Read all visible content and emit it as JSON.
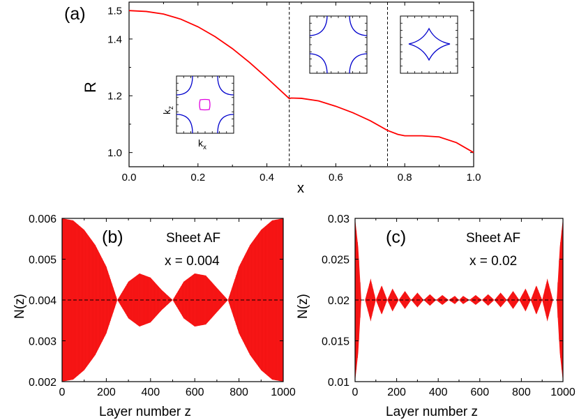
{
  "colors": {
    "curve": "#ff0000",
    "fill": "#ff0000",
    "inset_outer": "#0000cc",
    "inset_pocket": "#e000e0",
    "axis": "#000000"
  },
  "chart_data": [
    {
      "id": "a",
      "type": "line",
      "panel_label": "(a)",
      "xlabel": "x",
      "ylabel": "R",
      "xlim": [
        0.0,
        1.0
      ],
      "ylim": [
        0.95,
        1.53
      ],
      "xticks": [
        "0.0",
        "0.2",
        "0.4",
        "0.6",
        "0.8",
        "1.0"
      ],
      "yticks": [
        "1.0",
        "1.2",
        "1.4",
        "1.5"
      ],
      "grid": false,
      "vlines": [
        0.465,
        0.75
      ],
      "series": [
        {
          "x": [
            0.0,
            0.05,
            0.1,
            0.15,
            0.2,
            0.25,
            0.3,
            0.35,
            0.4,
            0.465,
            0.47,
            0.5,
            0.55,
            0.6,
            0.65,
            0.7,
            0.75,
            0.78,
            0.8,
            0.85,
            0.9,
            0.95,
            1.0
          ],
          "y": [
            1.5,
            1.497,
            1.488,
            1.47,
            1.443,
            1.408,
            1.366,
            1.317,
            1.263,
            1.19,
            1.192,
            1.191,
            1.182,
            1.163,
            1.14,
            1.112,
            1.078,
            1.064,
            1.059,
            1.059,
            1.055,
            1.035,
            1.0
          ]
        }
      ],
      "insets": [
        {
          "name": "inset-low-x",
          "xlabel": "k",
          "xlabel_sub": "x",
          "ylabel": "k",
          "ylabel_sub": "z"
        },
        {
          "name": "inset-mid-x"
        },
        {
          "name": "inset-high-x"
        }
      ]
    },
    {
      "id": "b",
      "type": "area",
      "panel_label": "(b)",
      "annotation_line1": "Sheet AF",
      "annotation_line2": "x = 0.004",
      "xlabel": "Layer number z",
      "ylabel": "N(z)",
      "xlim": [
        0,
        1000
      ],
      "ylim": [
        0.002,
        0.006
      ],
      "xticks": [
        "0",
        "200",
        "400",
        "600",
        "800",
        "1000"
      ],
      "yticks": [
        "0.002",
        "0.003",
        "0.004",
        "0.005",
        "0.006"
      ],
      "mean": 0.004,
      "envelope": {
        "z": [
          0,
          50,
          100,
          150,
          200,
          250,
          300,
          350,
          400,
          450,
          500,
          550,
          600,
          650,
          700,
          750,
          800,
          850,
          900,
          950,
          1000
        ],
        "amplitude": [
          0.002,
          0.00195,
          0.00172,
          0.00135,
          0.00082,
          0.0,
          0.00045,
          0.00065,
          0.00055,
          0.00025,
          0.0,
          0.00045,
          0.00065,
          0.0006,
          0.0003,
          0.0,
          0.00082,
          0.00135,
          0.00172,
          0.00195,
          0.002
        ]
      }
    },
    {
      "id": "c",
      "type": "area",
      "panel_label": "(c)",
      "annotation_line1": "Sheet AF",
      "annotation_line2": "x = 0.02",
      "xlabel": "Layer number z",
      "ylabel": "N(z)",
      "xlim": [
        0,
        1000
      ],
      "ylim": [
        0.01,
        0.03
      ],
      "xticks": [
        "0",
        "200",
        "400",
        "600",
        "800",
        "1000"
      ],
      "yticks": [
        "0.01",
        "0.015",
        "0.02",
        "0.025",
        "0.03"
      ],
      "mean": 0.02,
      "envelope": {
        "z": [
          0,
          15,
          30,
          48,
          75,
          100,
          128,
          155,
          180,
          210,
          240,
          270,
          300,
          330,
          360,
          390,
          420,
          450,
          480,
          500,
          520,
          550,
          580,
          610,
          640,
          670,
          700,
          730,
          760,
          790,
          820,
          845,
          872,
          900,
          925,
          952,
          970,
          985,
          1000
        ],
        "amplitude": [
          0.01,
          0.0065,
          0.0,
          0.0,
          0.0026,
          0.0,
          0.0018,
          0.0,
          0.0014,
          0.0,
          0.0011,
          0.0,
          0.0009,
          0.0,
          0.0007,
          0.0,
          0.0006,
          0.0,
          0.0005,
          0.0,
          0.0005,
          0.0,
          0.0006,
          0.0,
          0.0007,
          0.0,
          0.0009,
          0.0,
          0.0011,
          0.0,
          0.0014,
          0.0,
          0.0018,
          0.0,
          0.0026,
          0.0,
          0.0,
          0.0065,
          0.01
        ]
      }
    }
  ]
}
